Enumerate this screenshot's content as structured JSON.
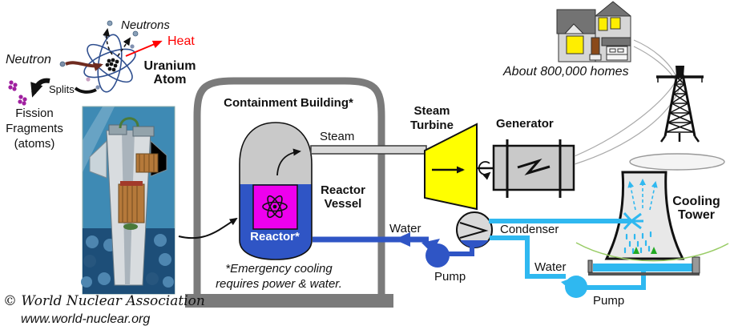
{
  "title": "Nuclear power plant diagram",
  "colors": {
    "containment_gray": "#7b7b7b",
    "vessel_gray": "#c9c9c9",
    "coolant_blue": "#2f55c5",
    "reactor_magenta": "#ee00ee",
    "turbine_yellow": "#ffff00",
    "water_cyan": "#2fb8f0",
    "heat_red": "#ff0000",
    "ground_green": "#99cc66"
  },
  "fission_diagram": {
    "neutrons_label": "Neutrons",
    "heat_label": "Heat",
    "neutron_label": "Neutron",
    "uranium_atom_line1": "Uranium",
    "uranium_atom_line2": "Atom",
    "splits_label": "Splits",
    "fission_fragments_line1": "Fission",
    "fission_fragments_line2": "Fragments",
    "fission_fragments_line3": "(atoms)"
  },
  "plant": {
    "containment_label": "Containment Building*",
    "reactor_vessel_line1": "Reactor",
    "reactor_vessel_line2": "Vessel",
    "reactor_label": "Reactor*",
    "steam_label": "Steam",
    "turbine_line1": "Steam",
    "turbine_line2": "Turbine",
    "generator_label": "Generator",
    "homes_label": "About 800,000 homes",
    "condenser_label": "Condenser",
    "water_primary_label": "Water",
    "pump_primary_label": "Pump",
    "water_secondary_label": "Water",
    "pump_secondary_label": "Pump",
    "cooling_tower_line1": "Cooling",
    "cooling_tower_line2": "Tower",
    "emergency_note_line1": "*Emergency cooling",
    "emergency_note_line2": "requires power & water."
  },
  "credit": {
    "line1": "© World Nuclear Association",
    "line2": "www.world-nuclear.org"
  }
}
